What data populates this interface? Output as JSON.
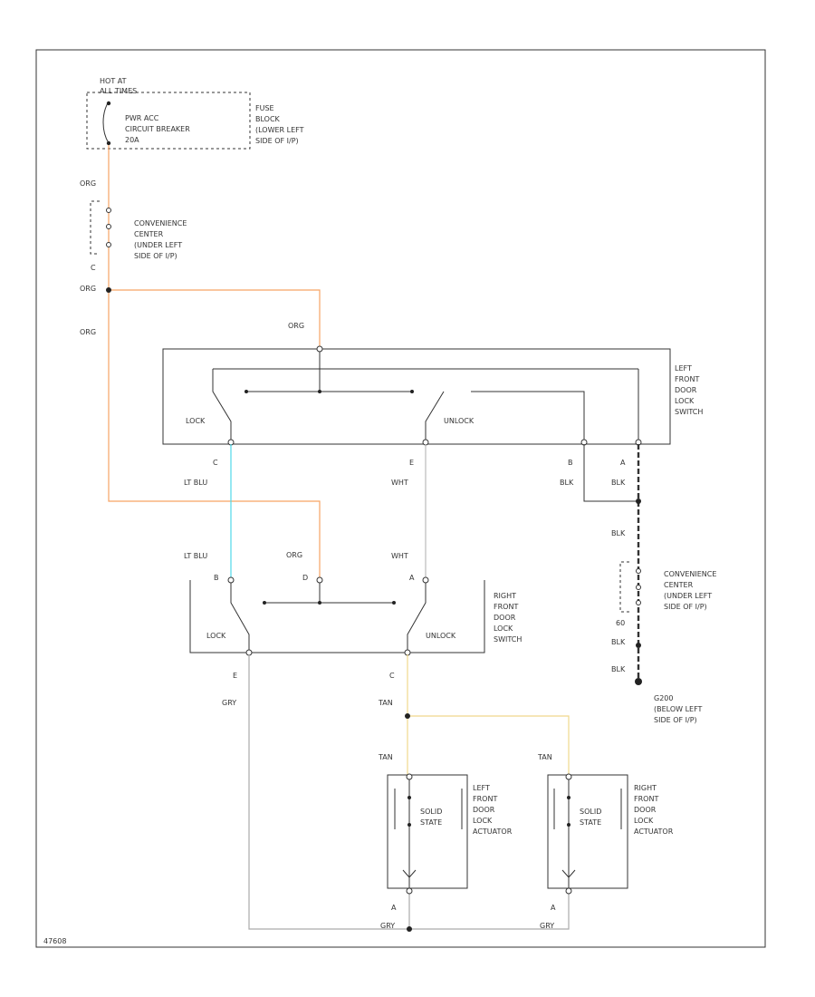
{
  "colors": {
    "org": "#f7a464",
    "lt_blu": "#4fd8e8",
    "tan": "#f0d88c",
    "gry": "#aaaaaa",
    "wht": "#cccccc",
    "blk": "#333333",
    "frame": "#333333"
  },
  "labels": {
    "hot_at": "HOT AT",
    "all_times": "ALL TIMES",
    "breaker_1": "PWR ACC",
    "breaker_2": "CIRCUIT BREAKER",
    "breaker_3": "20A",
    "fuse_1": "FUSE",
    "fuse_2": "BLOCK",
    "fuse_3": "(LOWER LEFT",
    "fuse_4": "SIDE OF I/P)",
    "conv_top_1": "CONVENIENCE",
    "conv_top_2": "CENTER",
    "conv_top_3": "(UNDER LEFT",
    "conv_top_4": "SIDE OF I/P)",
    "conv_right_1": "CONVENIENCE",
    "conv_right_2": "CENTER",
    "conv_right_3": "(UNDER LEFT",
    "conv_right_4": "SIDE OF I/P)",
    "lfs_1": "LEFT",
    "lfs_2": "FRONT",
    "lfs_3": "DOOR",
    "lfs_4": "LOCK",
    "lfs_5": "SWITCH",
    "rfs_1": "RIGHT",
    "rfs_2": "FRONT",
    "rfs_3": "DOOR",
    "rfs_4": "LOCK",
    "rfs_5": "SWITCH",
    "lfa_1": "LEFT",
    "lfa_2": "FRONT",
    "lfa_3": "DOOR",
    "lfa_4": "LOCK",
    "lfa_5": "ACTUATOR",
    "rfa_1": "RIGHT",
    "rfa_2": "FRONT",
    "rfa_3": "DOOR",
    "rfa_4": "LOCK",
    "rfa_5": "ACTUATOR",
    "ground_1": "G200",
    "ground_2": "(BELOW LEFT",
    "ground_3": "SIDE OF I/P)",
    "solid_state_1": "SOLID",
    "solid_state_2": "STATE",
    "lock": "LOCK",
    "unlock": "UNLOCK",
    "org": "ORG",
    "lt_blu": "LT BLU",
    "wht": "WHT",
    "blk": "BLK",
    "tan": "TAN",
    "gry": "GRY",
    "pin_c": "C",
    "pin_e": "E",
    "pin_b": "B",
    "pin_a": "A",
    "pin_d": "D",
    "pin_60": "60",
    "figure_id": "47608"
  }
}
